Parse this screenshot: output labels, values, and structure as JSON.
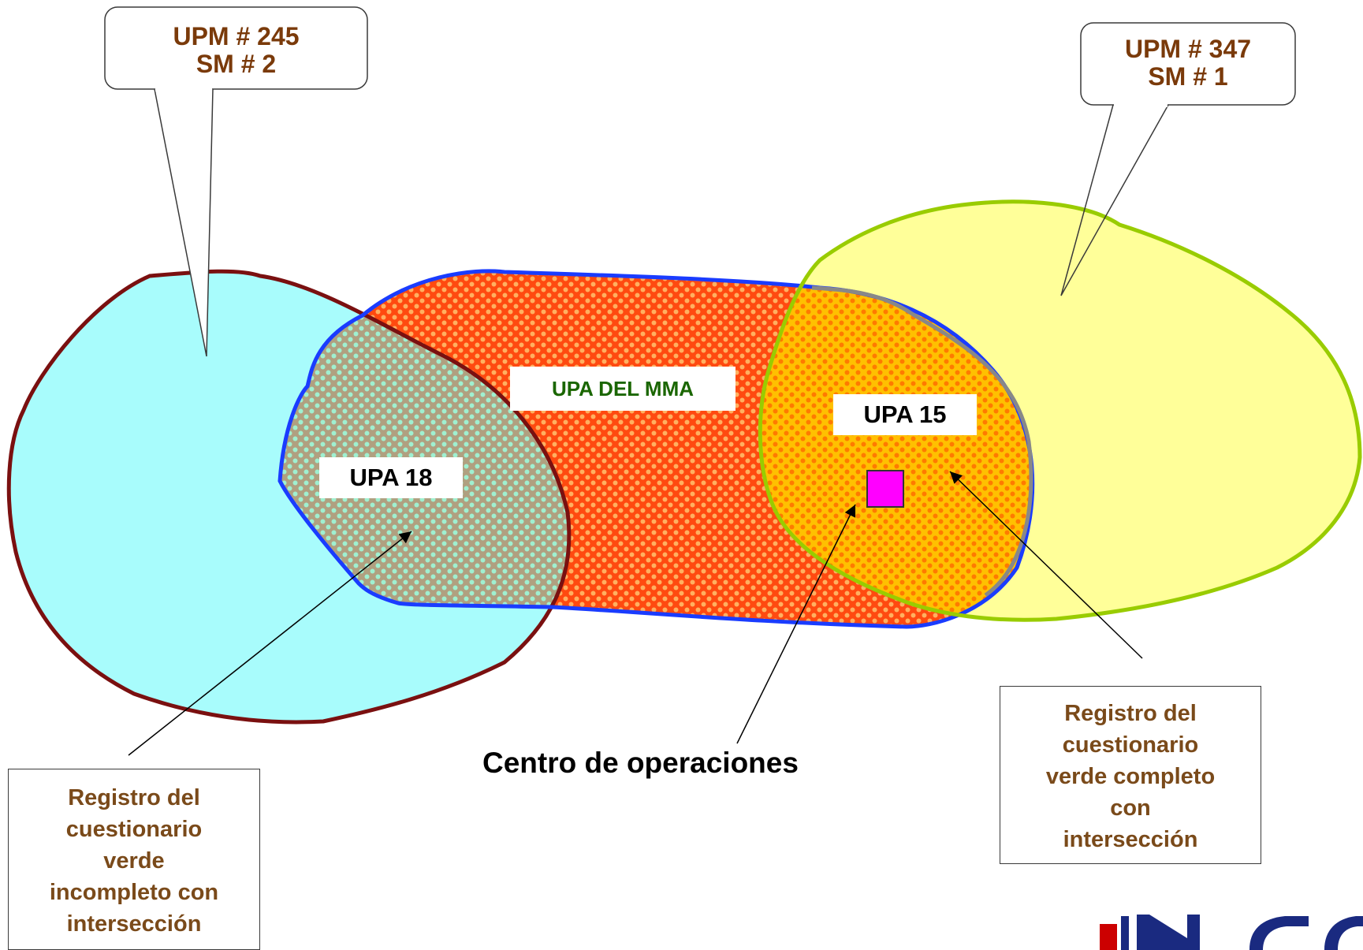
{
  "bubbles": {
    "left": {
      "line1": "UPM  # 245",
      "line2": "SM  # 2"
    },
    "right": {
      "line1": "UPM # 347",
      "line2": "SM # 1"
    }
  },
  "labels": {
    "upa_mma": "UPA DEL MMA",
    "upa_18": "UPA 18",
    "upa_15": "UPA 15",
    "centro": "Centro de operaciones"
  },
  "callouts": {
    "left": [
      "Registro del",
      "cuestionario",
      "verde",
      "incompleto con",
      "intersección"
    ],
    "right": [
      "Registro del",
      "cuestionario",
      "verde completo",
      "con",
      "intersección"
    ]
  },
  "logo_text": "INE",
  "colors": {
    "cyan_fill": "#a8fcfc",
    "cyan_border": "#7a1010",
    "yellow_fill": "#ffff99",
    "yellow_border": "#99cc00",
    "red_fill": "#ff3300",
    "mma_border": "#1a3cff",
    "upa15_border": "#888888",
    "center_square": "#ff00ff",
    "text_brown": "#7a4a1a",
    "mma_label_green": "#1a6600"
  }
}
